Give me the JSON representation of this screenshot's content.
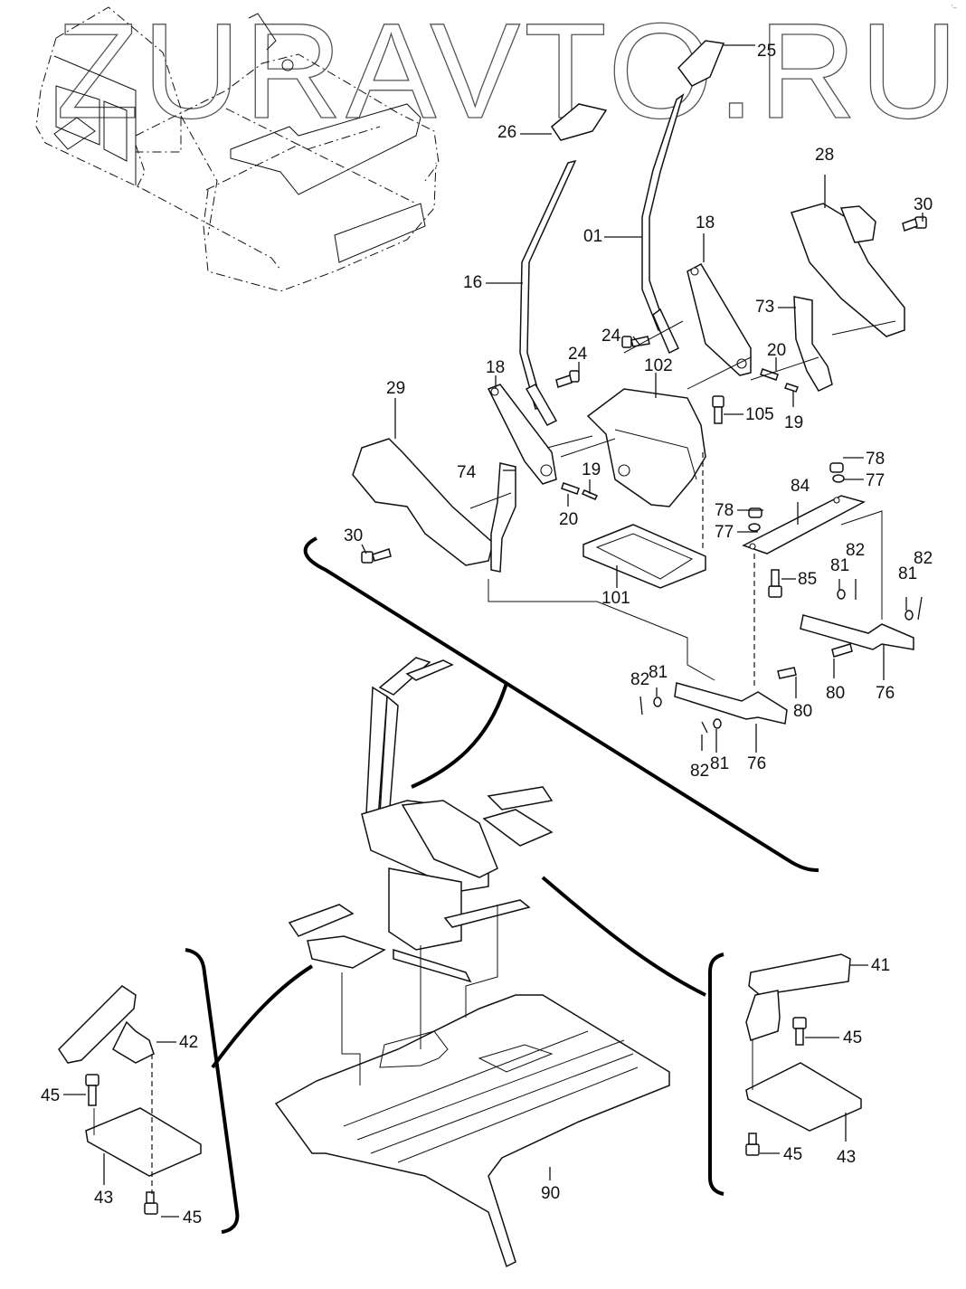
{
  "watermark": "ZURAVTO.RU",
  "corner_mark": "′–",
  "diagram": {
    "title_context": "Excavator cab floor, travel levers and pedals - exploded parts view",
    "labels": [
      {
        "id": "25",
        "text": "25"
      },
      {
        "id": "26",
        "text": "26"
      },
      {
        "id": "01",
        "text": "01"
      },
      {
        "id": "16",
        "text": "16"
      },
      {
        "id": "18a",
        "text": "18"
      },
      {
        "id": "18b",
        "text": "18"
      },
      {
        "id": "24a",
        "text": "24"
      },
      {
        "id": "24b",
        "text": "24"
      },
      {
        "id": "28",
        "text": "28"
      },
      {
        "id": "30a",
        "text": "30"
      },
      {
        "id": "73",
        "text": "73"
      },
      {
        "id": "20a",
        "text": "20"
      },
      {
        "id": "19a",
        "text": "19"
      },
      {
        "id": "102",
        "text": "102"
      },
      {
        "id": "105",
        "text": "105"
      },
      {
        "id": "29",
        "text": "29"
      },
      {
        "id": "74",
        "text": "74"
      },
      {
        "id": "19b",
        "text": "19"
      },
      {
        "id": "20b",
        "text": "20"
      },
      {
        "id": "30b",
        "text": "30"
      },
      {
        "id": "101",
        "text": "101"
      },
      {
        "id": "78a",
        "text": "78"
      },
      {
        "id": "77a",
        "text": "77"
      },
      {
        "id": "84",
        "text": "84"
      },
      {
        "id": "78b",
        "text": "78"
      },
      {
        "id": "77b",
        "text": "77"
      },
      {
        "id": "85",
        "text": "85"
      },
      {
        "id": "81a",
        "text": "81"
      },
      {
        "id": "82a",
        "text": "82"
      },
      {
        "id": "81b",
        "text": "81"
      },
      {
        "id": "82b",
        "text": "82"
      },
      {
        "id": "80a",
        "text": "80"
      },
      {
        "id": "76a",
        "text": "76"
      },
      {
        "id": "82c",
        "text": "82"
      },
      {
        "id": "81c",
        "text": "81"
      },
      {
        "id": "80b",
        "text": "80"
      },
      {
        "id": "82d",
        "text": "82"
      },
      {
        "id": "81d",
        "text": "81"
      },
      {
        "id": "76b",
        "text": "76"
      },
      {
        "id": "41",
        "text": "41"
      },
      {
        "id": "45a",
        "text": "45"
      },
      {
        "id": "43a",
        "text": "43"
      },
      {
        "id": "45b",
        "text": "45"
      },
      {
        "id": "42",
        "text": "42"
      },
      {
        "id": "45c",
        "text": "45"
      },
      {
        "id": "43b",
        "text": "43"
      },
      {
        "id": "45d",
        "text": "45"
      },
      {
        "id": "90",
        "text": "90"
      }
    ]
  }
}
